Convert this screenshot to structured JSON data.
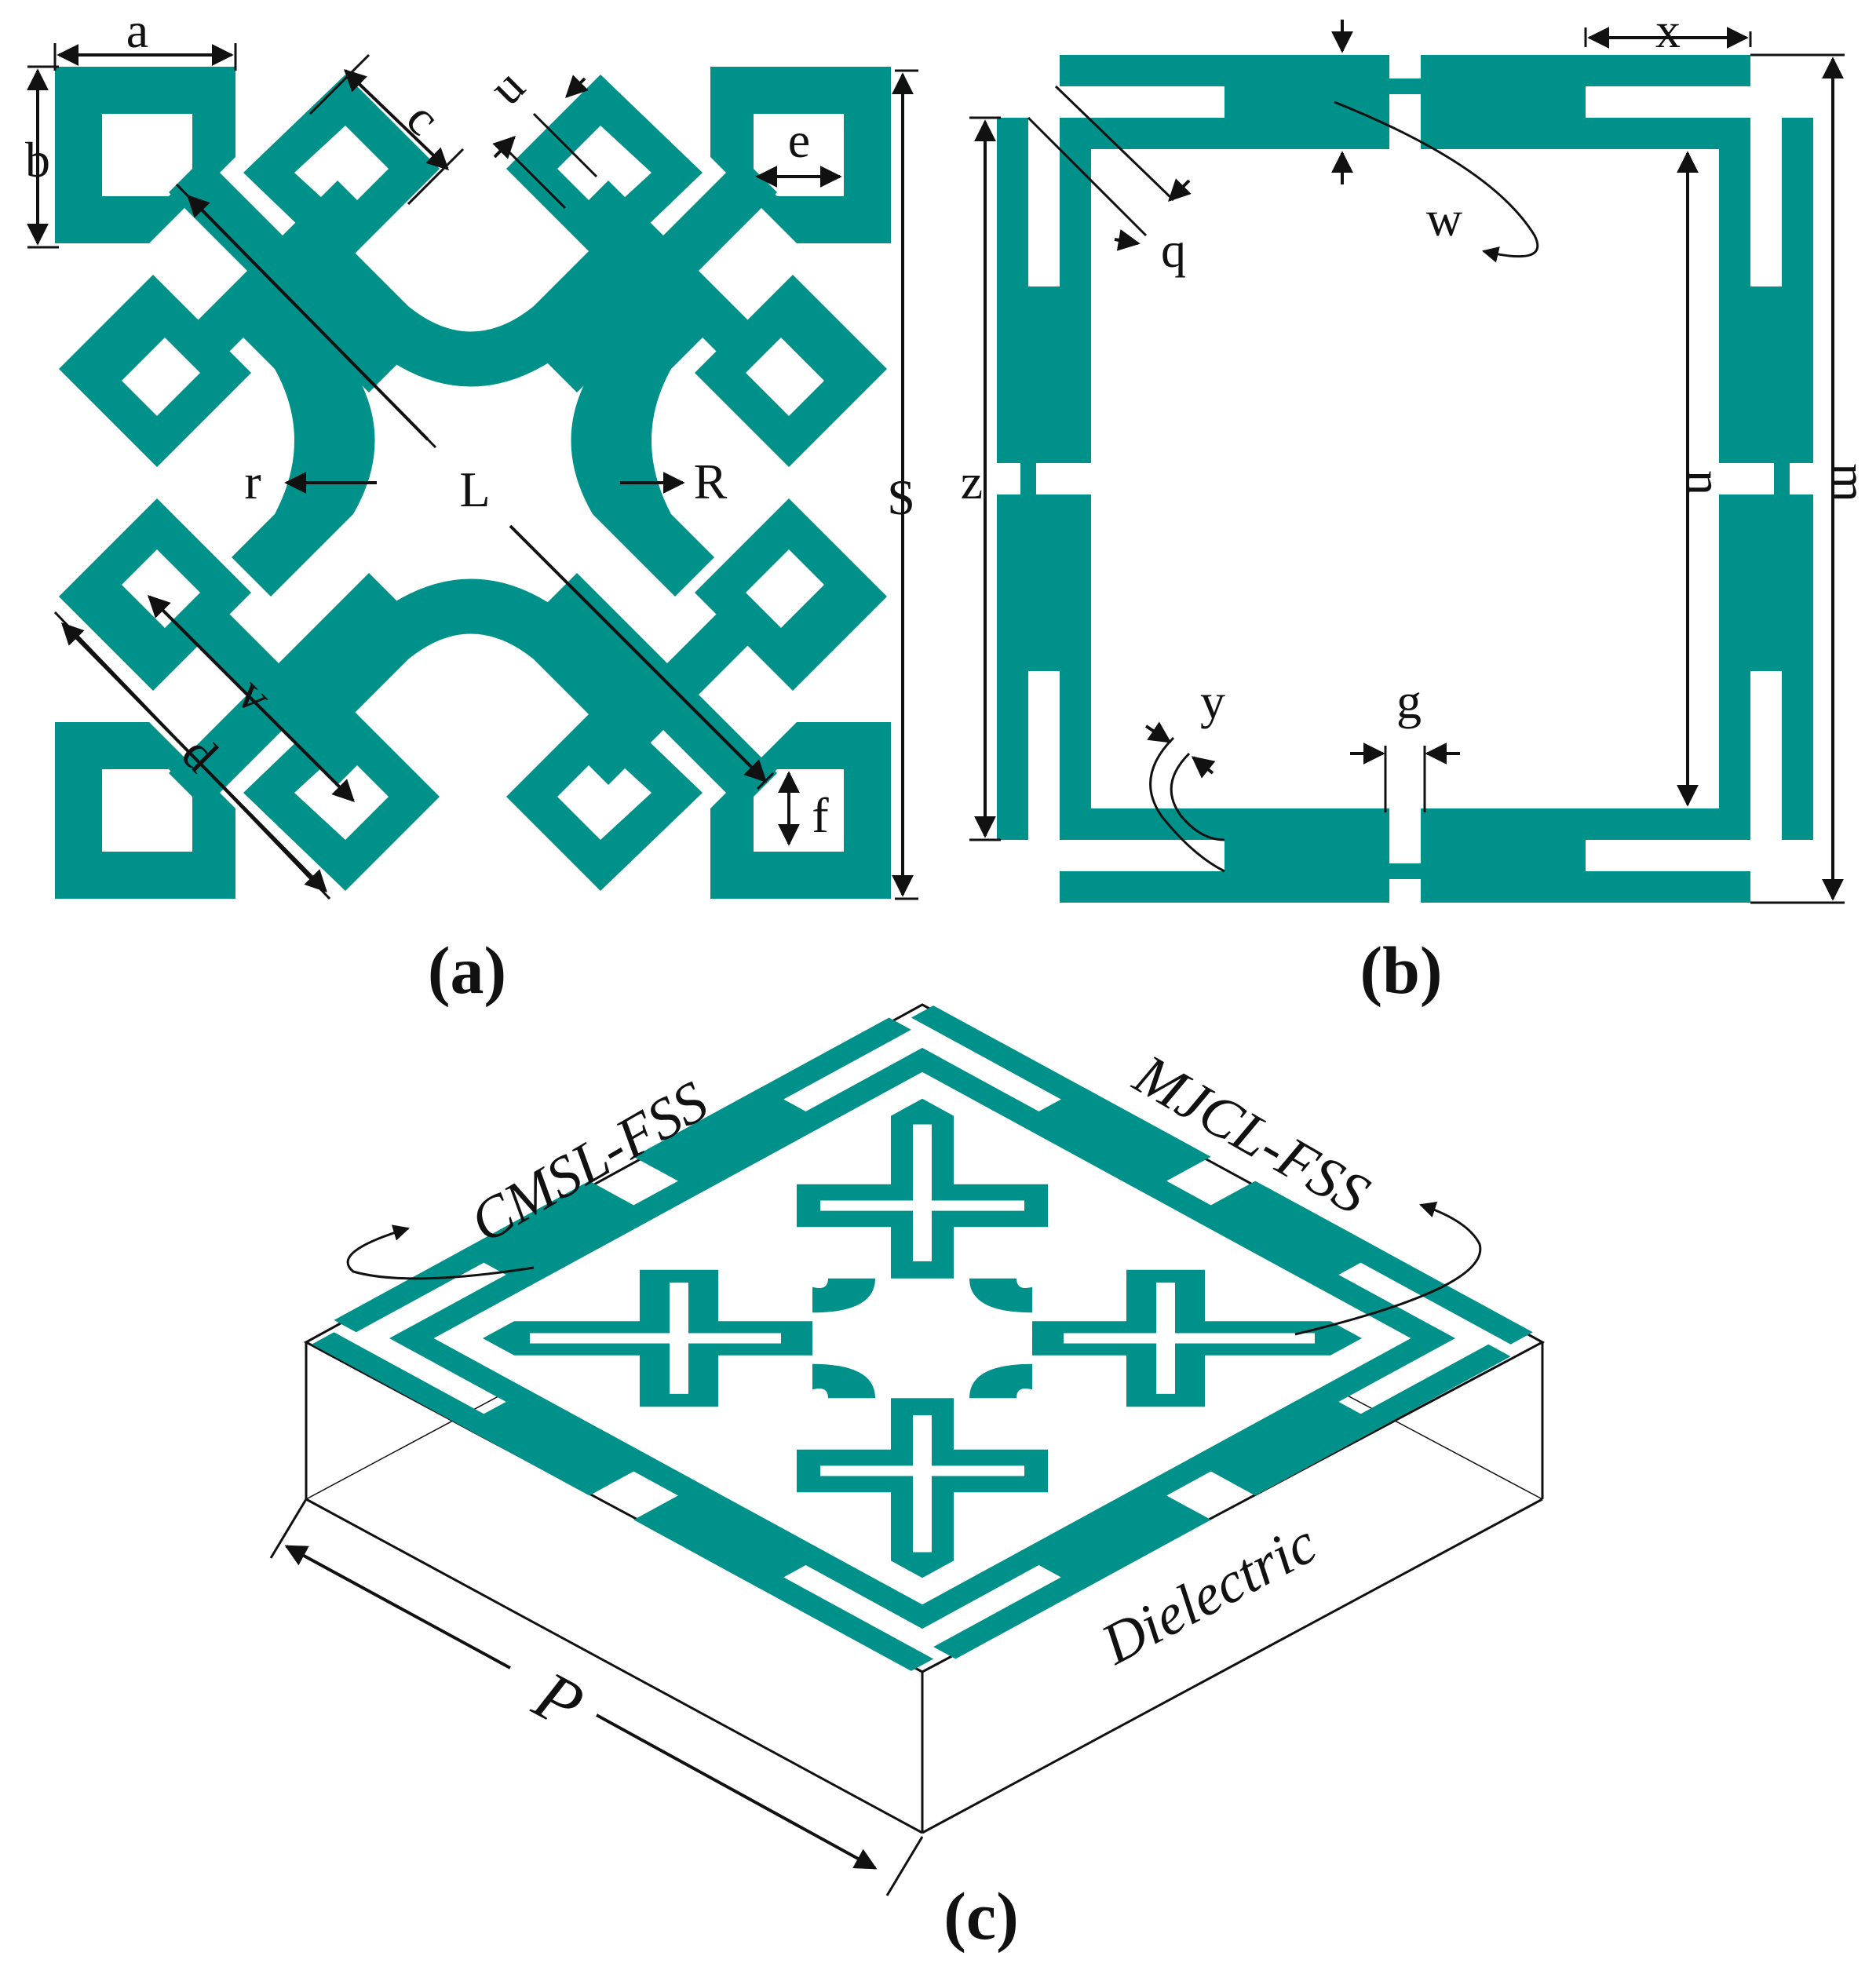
{
  "colors": {
    "conductor": "#00918a",
    "line": "#111111",
    "background": "#ffffff"
  },
  "panel_a": {
    "caption": "(a)",
    "labels": {
      "a": "a",
      "b": "b",
      "c": "c",
      "u": "u",
      "e": "e",
      "L": "L",
      "r": "r",
      "R": "R",
      "S": "S",
      "v": "v",
      "d": "d",
      "f": "f"
    }
  },
  "panel_b": {
    "caption": "(b)",
    "labels": {
      "x": "x",
      "w": "w",
      "q": "q",
      "z": "z",
      "n": "n",
      "m": "m",
      "y": "y",
      "g": "g"
    }
  },
  "panel_c": {
    "caption": "(c)",
    "labels": {
      "cmsl": "CMSL-FSS",
      "mjcl": "MJCL-FSS",
      "dielectric": "Dielectric",
      "p": "P"
    }
  }
}
